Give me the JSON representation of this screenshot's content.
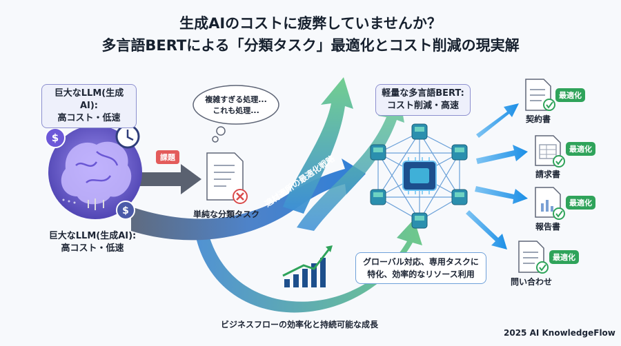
{
  "title": {
    "line1": "生成AIのコストに疲弊していませんか？",
    "line2": "多言語BERTによる「分類タスク」最適化とコスト削減の現実解"
  },
  "llm": {
    "top_label_1": "巨大なLLM(生成AI):",
    "top_label_2": "高コスト・低速",
    "bottom_label_1": "巨大なLLM(生成AI):",
    "bottom_label_2": "高コスト・低速"
  },
  "issue_tag": "課題",
  "thought": {
    "line1": "複雑すぎる処理...",
    "line2": "これも処理..."
  },
  "simple_task": "単純な分類タスク",
  "arrow_text": "適材適所の最適化戦略",
  "bert": {
    "label_1": "軽量な多言語BERT:",
    "label_2": "コスト削減・高速"
  },
  "info": {
    "line1": "グローバル対応、専用タスクに",
    "line2": "特化、効率的なリソース利用"
  },
  "documents": [
    {
      "name": "契約書",
      "badge": "最適化"
    },
    {
      "name": "請求書",
      "badge": "最適化"
    },
    {
      "name": "報告書",
      "badge": "最適化"
    },
    {
      "name": "問い合わせ",
      "badge": "最適化"
    }
  ],
  "flow_caption": "ビジネスフローの効率化と持続可能な成長",
  "credit": "2025 AI KnowledgeFlow"
}
